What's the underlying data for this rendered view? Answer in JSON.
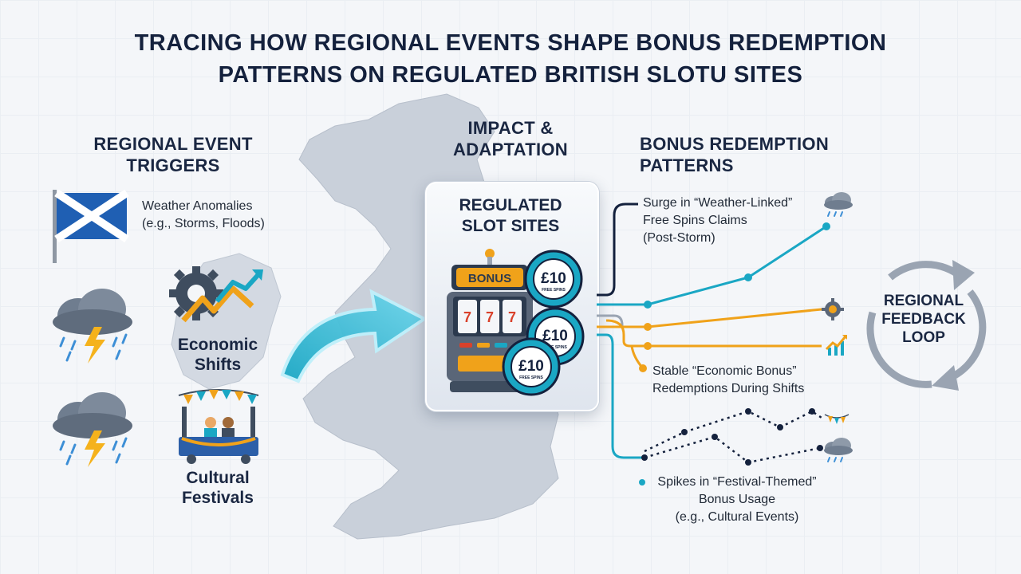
{
  "title": {
    "line1": "TRACING HOW REGIONAL EVENTS SHAPE BONUS REDEMPTION",
    "line2": "PATTERNS ON REGULATED BRITISH SLOTU SITES"
  },
  "left_column": {
    "heading_line1": "REGIONAL EVENT",
    "heading_line2": "TRIGGERS",
    "weather": {
      "line1": "Weather Anomalies",
      "line2": "(e.g., Storms, Floods)",
      "icon": "scotland-flag-icon"
    },
    "economic": {
      "line1": "Economic",
      "line2": "Shifts",
      "icon": "gear-trend-icon"
    },
    "cultural": {
      "line1": "Cultural",
      "line2": "Festivals",
      "icon": "festival-stall-icon"
    }
  },
  "center_column": {
    "heading_line1": "IMPACT &",
    "heading_line2": "ADAPTATION",
    "card_line1": "REGULATED",
    "card_line2": "SLOT SITES",
    "machine_sign": "BONUS",
    "chip_value": "£10",
    "chip_small_text": "FREE SPINS"
  },
  "right_column": {
    "heading_line1": "BONUS REDEMPTION",
    "heading_line2": "PATTERNS",
    "surge": {
      "line1": "Surge in “Weather-Linked”",
      "line2": "Free Spins Claims",
      "line3": "(Post-Storm)"
    },
    "stable": {
      "line1": "Stable “Economic Bonus”",
      "line2": "Redemptions During Shifts"
    },
    "spikes": {
      "line1": "Spikes in “Festival-Themed”",
      "line2": "Bonus Usage",
      "line3": "(e.g., Cultural Events)"
    }
  },
  "loop": {
    "line1": "REGIONAL",
    "line2": "FEEDBACK",
    "line3": "LOOP"
  },
  "colors": {
    "teal": "#1aa7c4",
    "orange": "#f0a21a",
    "navy": "#14213d",
    "map": "#c5ccd6"
  }
}
